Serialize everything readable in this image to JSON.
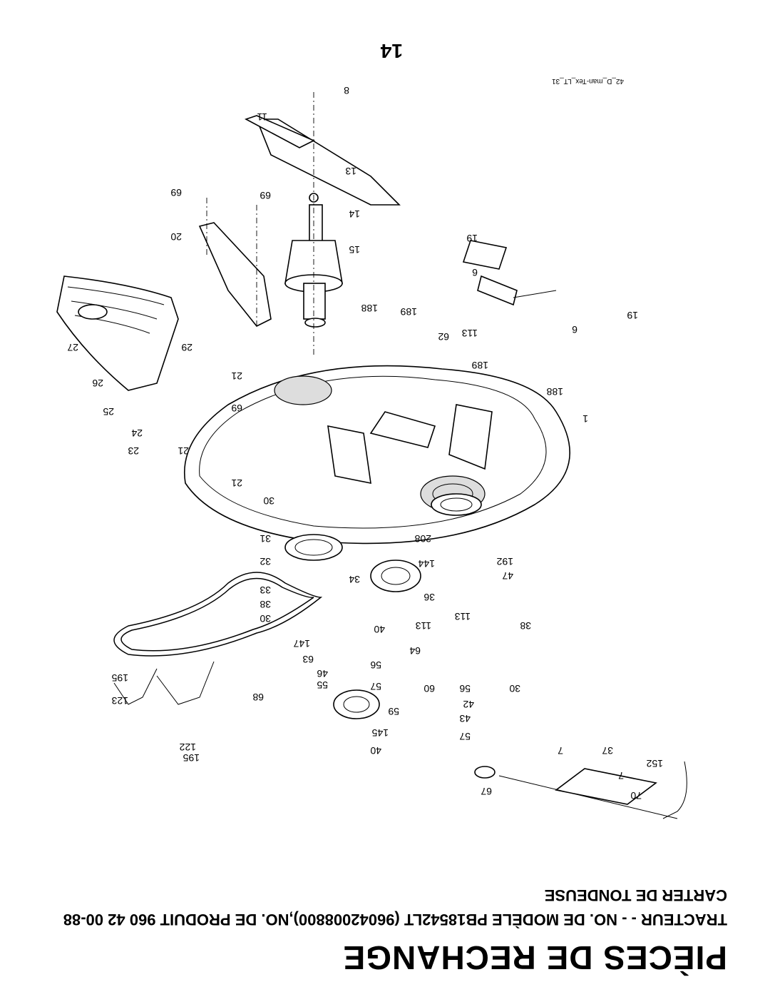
{
  "header": {
    "title": "PIÈCES DE RECHANGE",
    "subtitle_line1": "TRACTEUR - - NO. DE MODÈLE PB18542LT (96042008800),NO. DE PRODUIT 960 42 00-88",
    "subtitle_line2": "CARTER DE TONDEUSE"
  },
  "footer": {
    "page_number": "14",
    "diagram_code": "42_D_man-Tex_LT_31"
  },
  "callouts": {
    "c1": "1",
    "c6a": "6",
    "c6b": "6",
    "c7a": "7",
    "c7b": "7",
    "c8": "8",
    "c11": "11",
    "c13": "13",
    "c14": "14",
    "c15": "15",
    "c19a": "19",
    "c19b": "19",
    "c20": "20",
    "c21a": "21",
    "c21b": "21",
    "c21c": "21",
    "c23": "23",
    "c24": "24",
    "c25": "25",
    "c26": "26",
    "c27": "27",
    "c29": "29",
    "c30a": "30",
    "c30b": "30",
    "c30c": "30",
    "c31": "31",
    "c32": "32",
    "c33": "33",
    "c34": "34",
    "c36": "36",
    "c37": "37",
    "c38a": "38",
    "c38b": "38",
    "c40a": "40",
    "c40b": "40",
    "c42": "42",
    "c43": "43",
    "c46": "46",
    "c47": "47",
    "c55": "55",
    "c56a": "56",
    "c56b": "56",
    "c57a": "57",
    "c57b": "57",
    "c59": "59",
    "c60": "60",
    "c62": "62",
    "c63": "63",
    "c64": "64",
    "c67": "67",
    "c68": "68",
    "c69a": "69",
    "c69b": "69",
    "c69c": "69",
    "c70": "70",
    "c113a": "113",
    "c113b": "113",
    "c113c": "113",
    "c122": "122",
    "c123": "123",
    "c144": "144",
    "c145": "145",
    "c147": "147",
    "c152": "152",
    "c188a": "188",
    "c188b": "188",
    "c189a": "189",
    "c189b": "189",
    "c192": "192",
    "c195a": "195",
    "c195b": "195",
    "c208": "208"
  }
}
